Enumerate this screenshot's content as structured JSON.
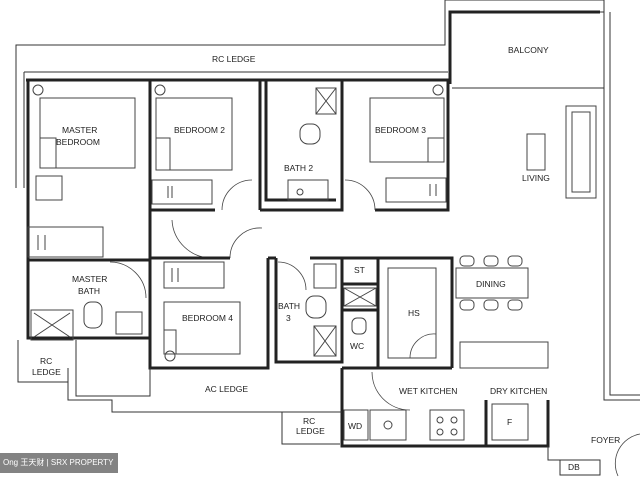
{
  "labels": {
    "rc_ledge_top": "RC LEDGE",
    "balcony": "BALCONY",
    "master_bedroom_1": "MASTER",
    "master_bedroom_2": "BEDROOM",
    "bedroom2": "BEDROOM 2",
    "bath2": "BATH 2",
    "bedroom3": "BEDROOM 3",
    "living": "LIVING",
    "master_bath_1": "MASTER",
    "master_bath_2": "BATH",
    "bedroom4": "BEDROOM 4",
    "bath3_1": "BATH",
    "bath3_2": "3",
    "st": "ST",
    "hs": "HS",
    "wc": "WC",
    "dining": "DINING",
    "rc_ledge_left_1": "RC",
    "rc_ledge_left_2": "LEDGE",
    "ac_ledge": "AC LEDGE",
    "wet_kitchen": "WET KITCHEN",
    "dry_kitchen": "DRY KITCHEN",
    "rc_ledge_bottom_1": "RC",
    "rc_ledge_bottom_2": "LEDGE",
    "wd": "WD",
    "fridge": "F",
    "foyer": "FOYER",
    "db": "DB"
  },
  "watermark": "Ong 王天财 | SRX PROPERTY"
}
